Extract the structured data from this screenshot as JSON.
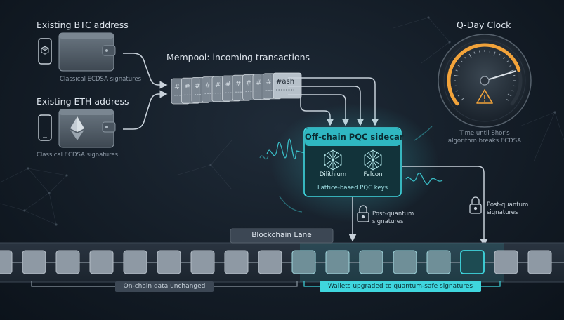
{
  "btc": {
    "title": "Existing BTC address",
    "caption": "Classical ECDSA signatures"
  },
  "eth": {
    "title": "Existing ETH address",
    "caption": "Classical ECDSA signatures"
  },
  "mempool": {
    "title": "Mempool: incoming transactions",
    "tx_label": "#ash",
    "tx_hash_glyph": "#"
  },
  "clock": {
    "title": "Q-Day Clock",
    "caption_line1": "Time until Shor's",
    "caption_line2": "algorithm breaks ECDSA",
    "level": 0.78
  },
  "sidecar": {
    "title": "Off-chain PQC sidecar",
    "algo1": "Dilithium",
    "algo2": "Falcon",
    "caption": "Lattice-based PQC keys"
  },
  "lock_left": {
    "line1": "Post-quantum",
    "line2": "signatures"
  },
  "lock_right": {
    "line1": "Post-quantum",
    "line2": "signatures"
  },
  "lane": {
    "title": "Blockchain Lane",
    "unchanged": "On-chain data unchanged",
    "upgraded": "Wallets upgraded to quantum-safe signatures"
  },
  "colors": {
    "accent": "#3fd6de",
    "amber": "#f2a33a",
    "blocks": "#909ba6"
  }
}
